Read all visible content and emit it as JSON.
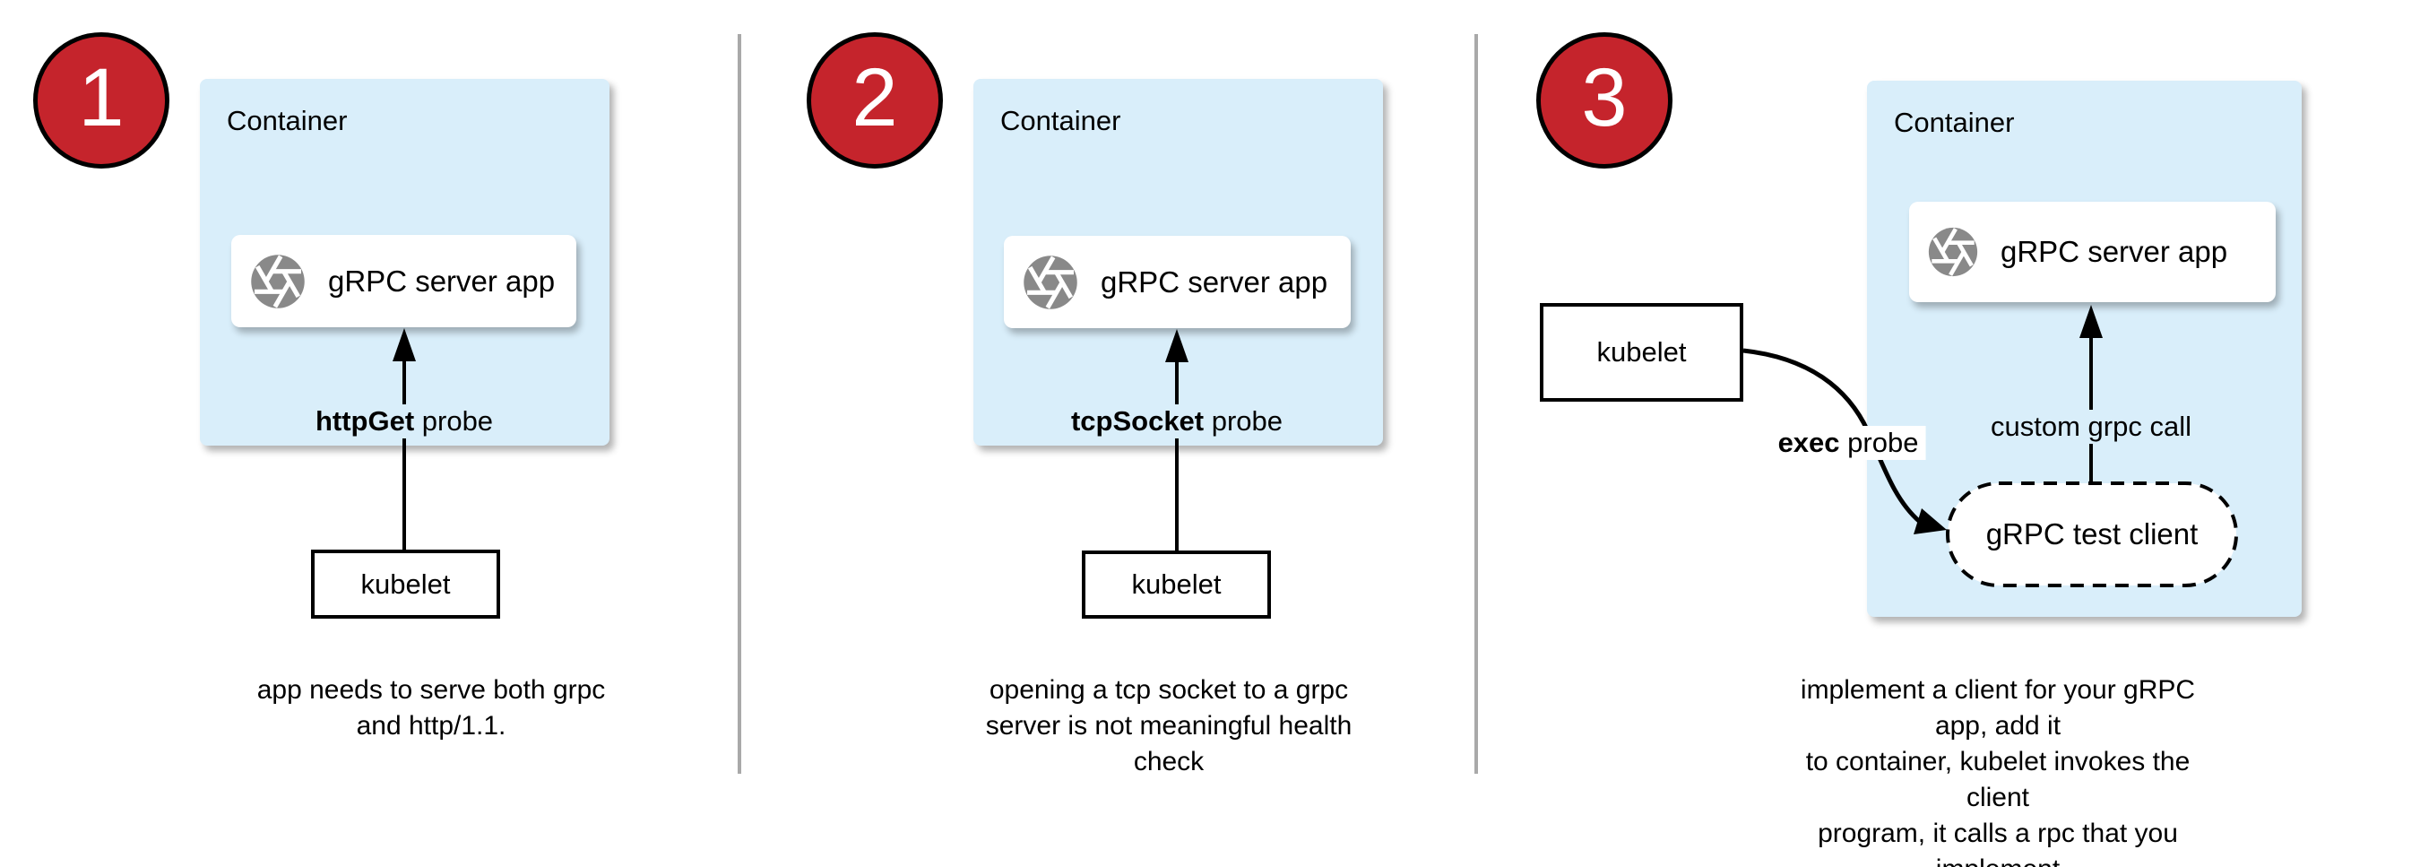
{
  "colors": {
    "container_fill": "#d9eefa",
    "badge_red": "#c5242c",
    "divider_gray": "#a9a9a9",
    "icon_gray": "#898989",
    "line_black": "#000000",
    "page_bg": "#ffffff"
  },
  "icons": {
    "app_icon": "aperture-icon"
  },
  "panels": [
    {
      "badge": "1",
      "container_label": "Container",
      "app_box_label": "gRPC server app",
      "probe_bold": "httpGet",
      "probe_rest": " probe",
      "kubelet_label": "kubelet",
      "caption": "app needs to serve both grpc\nand http/1.1."
    },
    {
      "badge": "2",
      "container_label": "Container",
      "app_box_label": "gRPC server app",
      "probe_bold": "tcpSocket",
      "probe_rest": " probe",
      "kubelet_label": "kubelet",
      "caption": "opening a tcp socket to a grpc\nserver is not meaningful health\ncheck"
    },
    {
      "badge": "3",
      "container_label": "Container",
      "app_box_label": "gRPC server app",
      "probe_bold": "exec",
      "probe_rest": " probe",
      "kubelet_label": "kubelet",
      "test_client_label": "gRPC test client",
      "call_label": "custom grpc call",
      "caption": "implement a client for your gRPC app, add it\nto container, kubelet invokes the client\nprogram, it calls a rpc that you implement"
    }
  ]
}
